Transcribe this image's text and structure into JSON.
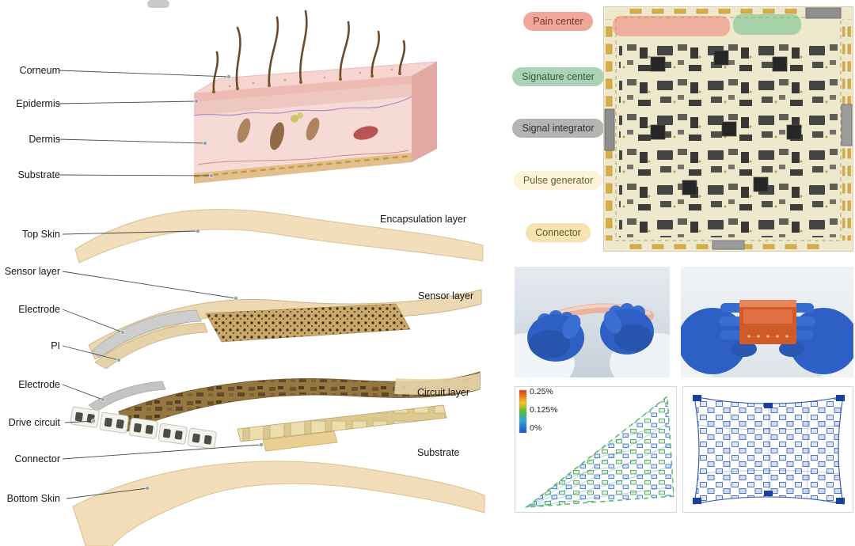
{
  "skin_section": {
    "labels": [
      "Corneum",
      "Epidermis",
      "Dermis",
      "Substrate"
    ]
  },
  "stack_section": {
    "left_labels": [
      "Top Skin",
      "Sensor layer",
      "Electrode",
      "PI",
      "Electrode",
      "Drive circuit",
      "Connector",
      "Bottom Skin"
    ],
    "right_labels": [
      "Encapsulation layer",
      "Sensor layer",
      "Circuit layer",
      "Substrate"
    ]
  },
  "legend": {
    "items": [
      {
        "label": "Pain center",
        "color": "#f0a79a"
      },
      {
        "label": "Signature center",
        "color": "#abd2b7"
      },
      {
        "label": "Signal integrator",
        "color": "#b4b4b4"
      },
      {
        "label": "Pulse generator",
        "color": "#fbf4da"
      },
      {
        "label": "Connector",
        "color": "#f6e3ad"
      }
    ]
  },
  "strain_scale": {
    "ticks": [
      "0.25%",
      "0.125%",
      "0%"
    ],
    "colors": [
      "#e03413",
      "#f2c71e",
      "#57b93c",
      "#2aa7d8",
      "#1a53c0"
    ]
  }
}
